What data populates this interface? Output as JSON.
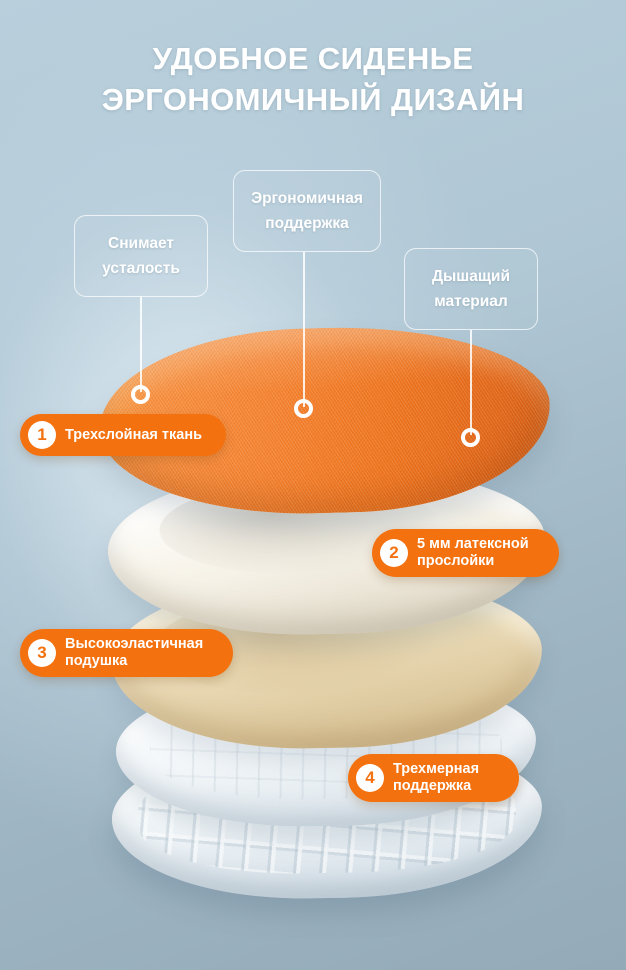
{
  "title": {
    "line1": "УДОБНОЕ СИДЕНЬЕ",
    "line2": "ЭРГОНОМИЧНЫЙ ДИЗАЙН"
  },
  "callouts": [
    {
      "id": "callout-1",
      "text": "Снимает усталость"
    },
    {
      "id": "callout-2",
      "text": "Эргономичная поддержка"
    },
    {
      "id": "callout-3",
      "text": "Дышащий материал"
    }
  ],
  "badges": [
    {
      "num": "1",
      "text": "Трехслойная ткань"
    },
    {
      "num": "2",
      "text": "5 мм латексной\nпрослойки"
    },
    {
      "num": "3",
      "text": "Высокоэластичная\nподушка"
    },
    {
      "num": "4",
      "text": "Трехмерная\nподдержка"
    }
  ],
  "layers": [
    {
      "name": "orange-mesh-fabric-seat"
    },
    {
      "name": "white-latex-sheet"
    },
    {
      "name": "cream-high-elastic-foam"
    },
    {
      "name": "white-plastic-frame"
    },
    {
      "name": "pyramid-support-base"
    }
  ],
  "colors": {
    "accent_orange": "#f4710f",
    "fabric_orange": "#f58432",
    "background_blue": "#afc6d4",
    "text_white": "#ffffff",
    "latex_white": "#f5f1e6",
    "foam_cream": "#e9d9b4"
  }
}
